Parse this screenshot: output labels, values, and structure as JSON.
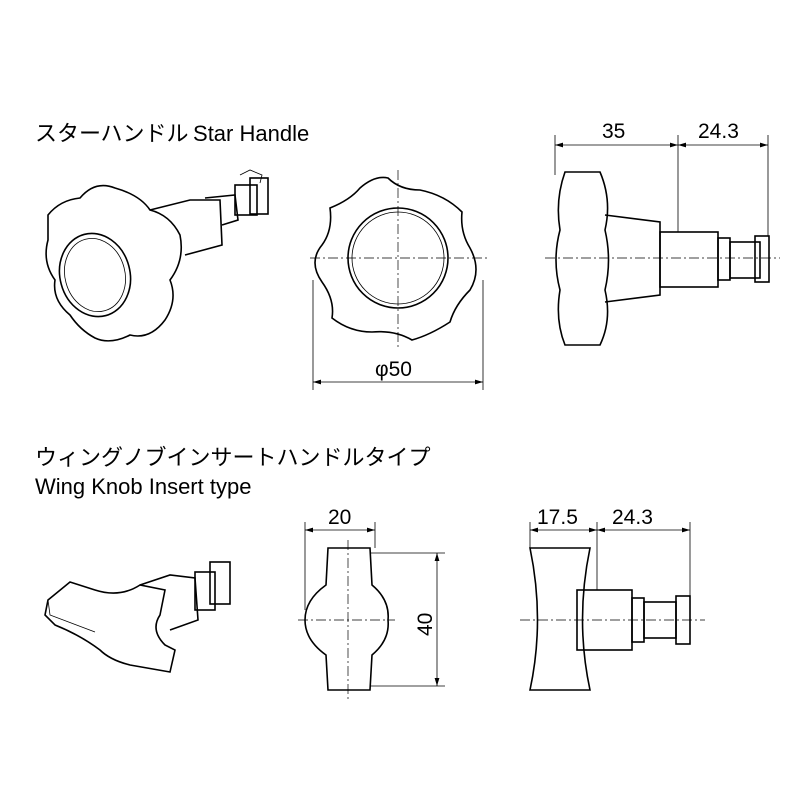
{
  "star_handle": {
    "title_jp": "スターハンドル",
    "title_en": "Star Handle",
    "dim_diameter": "φ50",
    "dim_knob_depth": "35",
    "dim_shaft_length": "24.3"
  },
  "wing_knob": {
    "title_jp": "ウィングノブインサートハンドルタイプ",
    "title_en": "Wing Knob Insert type",
    "dim_width": "20",
    "dim_height": "40",
    "dim_knob_depth": "17.5",
    "dim_shaft_length": "24.3"
  }
}
